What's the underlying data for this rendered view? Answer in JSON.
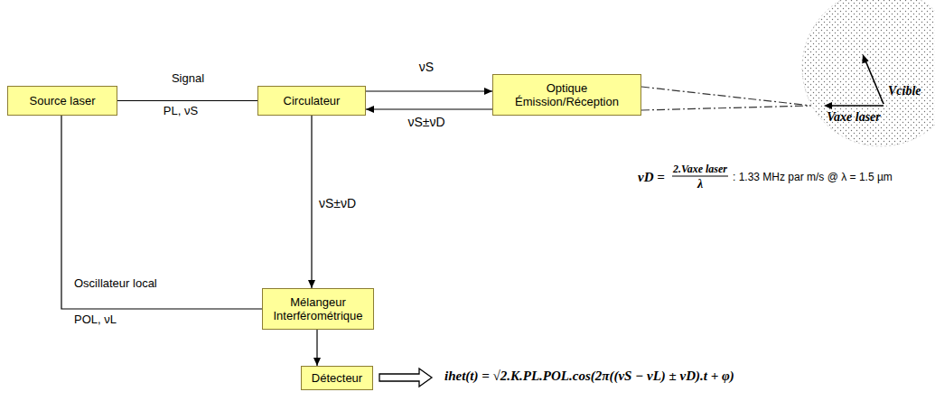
{
  "diagram": {
    "nodes": [
      {
        "text": [
          "Source laser"
        ]
      },
      {
        "text": [
          "Circulateur"
        ]
      },
      {
        "text": [
          "Optique Émission/Réception"
        ]
      },
      {
        "text": [
          "Vcible",
          "Vaxe laser"
        ]
      },
      {
        "text": [
          "Mélangeur Interférométrique"
        ]
      },
      {
        "text": [
          "Détecteur"
        ]
      }
    ],
    "edges": [
      {
        "from": 0,
        "to": 1,
        "label": "Signal",
        "arrow": "none"
      },
      {
        "from": 1,
        "to": 2,
        "label": "νS",
        "arrow": "to"
      },
      {
        "from": 2,
        "to": 1,
        "label": "νS±νD",
        "arrow": "to"
      },
      {
        "from": 1,
        "to": 4,
        "label": "νS±νD",
        "arrow": "to"
      },
      {
        "from": 0,
        "to": 4,
        "label": "Oscillateur local",
        "arrow": "none"
      },
      {
        "from": 4,
        "to": 5,
        "arrow": "to"
      },
      {
        "from": 2,
        "to": 3,
        "arrow": "none"
      }
    ],
    "labels": [
      "PL, νS",
      "POL, νL",
      "νD =",
      "2.Vaxe laser",
      "λ",
      ": 1.33 MHz par m/s @ λ = 1.5 µm",
      "ihet(t) = √2.K.PL.POL.cos(2π((νS − νL) ± νD).t + φ)"
    ]
  }
}
